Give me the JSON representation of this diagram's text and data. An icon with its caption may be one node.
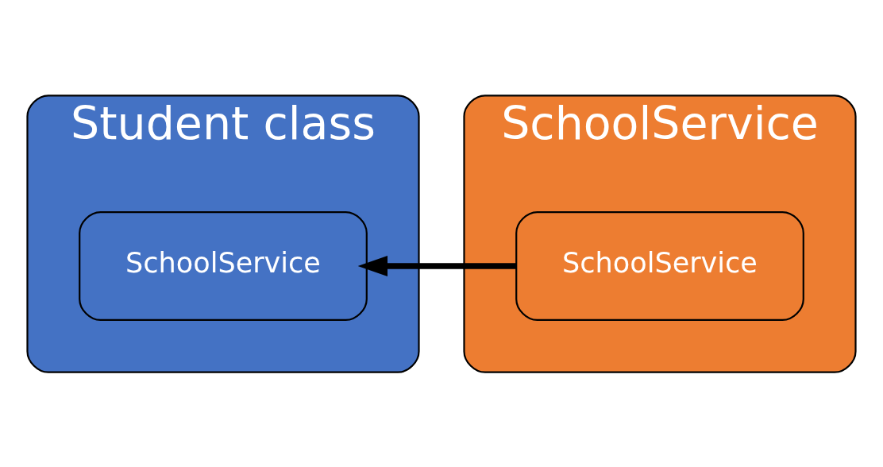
{
  "diagram": {
    "nodes": [
      {
        "text": [
          "Student class"
        ]
      },
      {
        "text": [
          "SchoolService"
        ],
        "in": 0
      },
      {
        "text": [
          "SchoolService"
        ]
      },
      {
        "text": [
          "SchoolService"
        ],
        "in": 2
      }
    ],
    "edges": [
      {
        "from": 3,
        "to": 1,
        "arrow": "to"
      }
    ]
  }
}
